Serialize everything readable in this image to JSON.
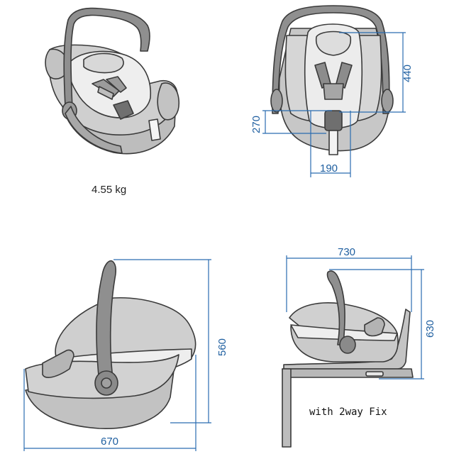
{
  "colors": {
    "dimension": "#2a6cb0",
    "shell": "#c9c9c9",
    "shell_dark": "#9a9a9a",
    "fabric": "#ededed",
    "handle": "#8f8f8f",
    "outline": "#3a3a3a"
  },
  "labels": {
    "weight": "4.55 kg",
    "front_height": "440",
    "front_seat_height": "270",
    "front_seat_width": "190",
    "side_height": "560",
    "side_length": "670",
    "base_length": "730",
    "base_height": "630",
    "base_caption": "with 2way Fix"
  }
}
